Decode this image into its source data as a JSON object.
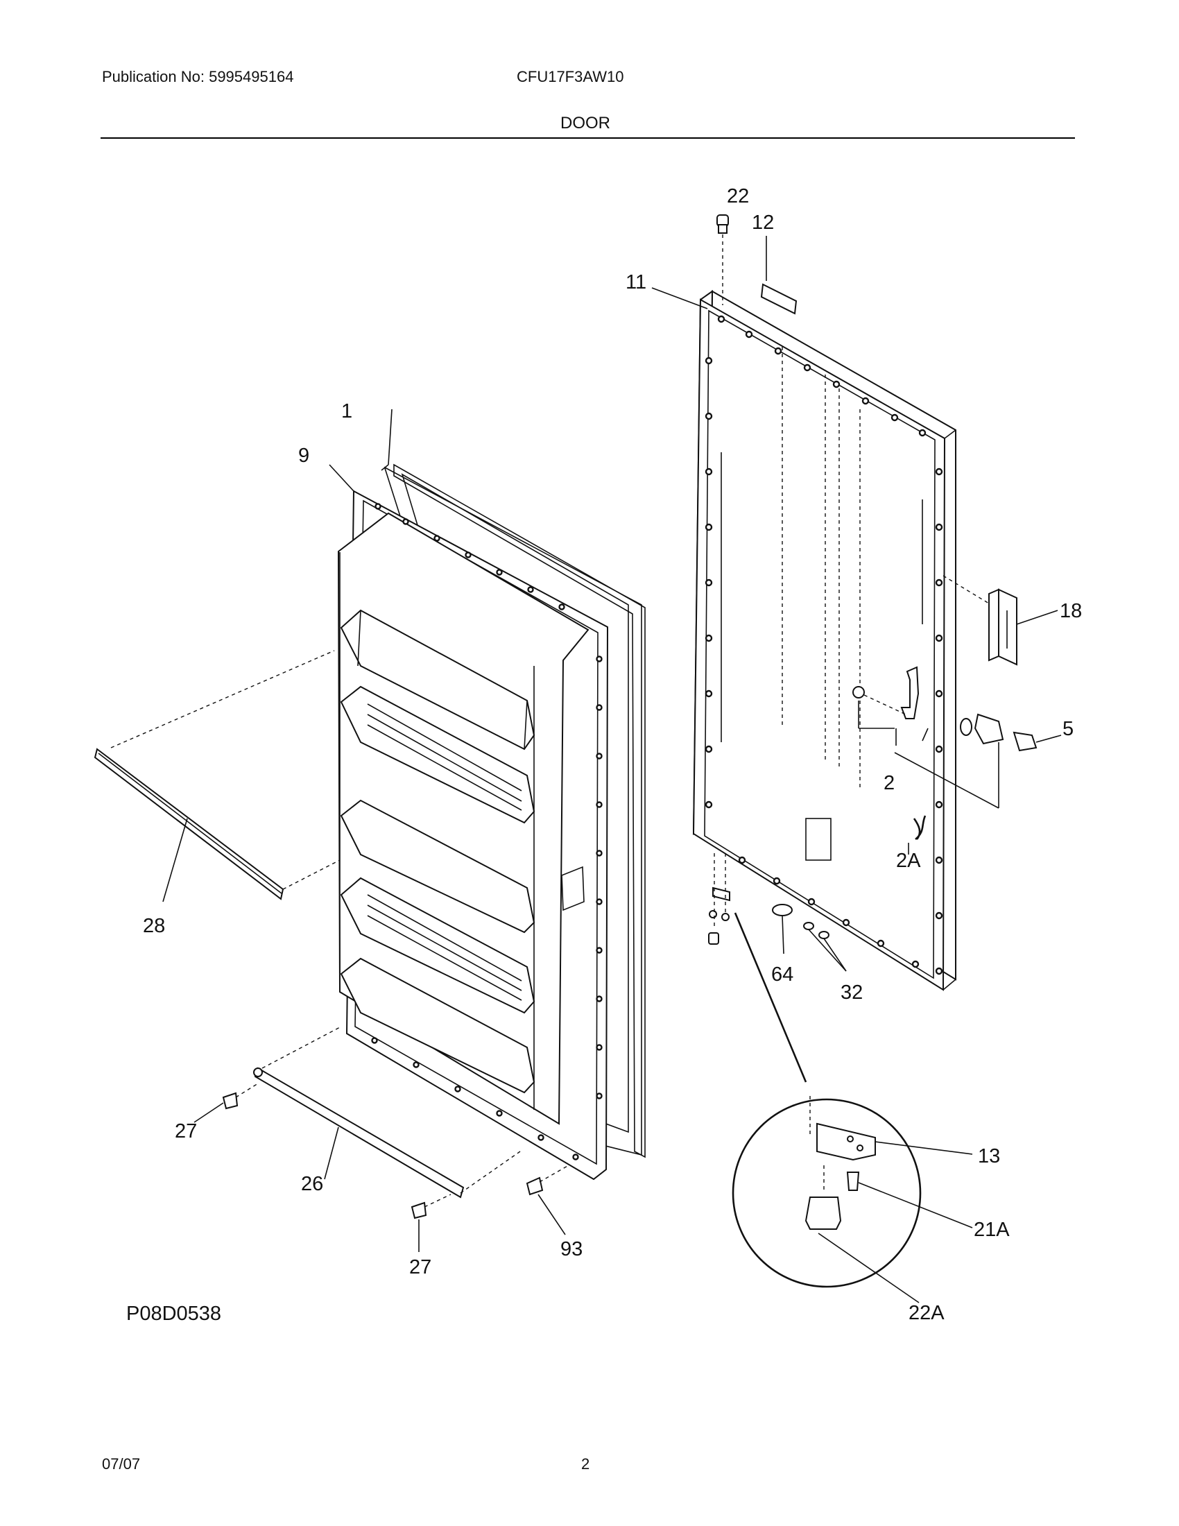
{
  "header": {
    "publication": "Publication No: 5995495164",
    "model": "CFU17F3AW10",
    "section": "DOOR"
  },
  "footer": {
    "date": "07/07",
    "page": "2"
  },
  "drawing_id": "P08D0538",
  "callouts": {
    "c1": "1",
    "c9": "9",
    "c11": "11",
    "c12": "12",
    "c22": "22",
    "c18": "18",
    "c5": "5",
    "c2": "2",
    "c2A": "2A",
    "c28": "28",
    "c64": "64",
    "c32": "32",
    "c13": "13",
    "c21A": "21A",
    "c22A": "22A",
    "c27a": "27",
    "c26": "26",
    "c27b": "27",
    "c93": "93"
  }
}
